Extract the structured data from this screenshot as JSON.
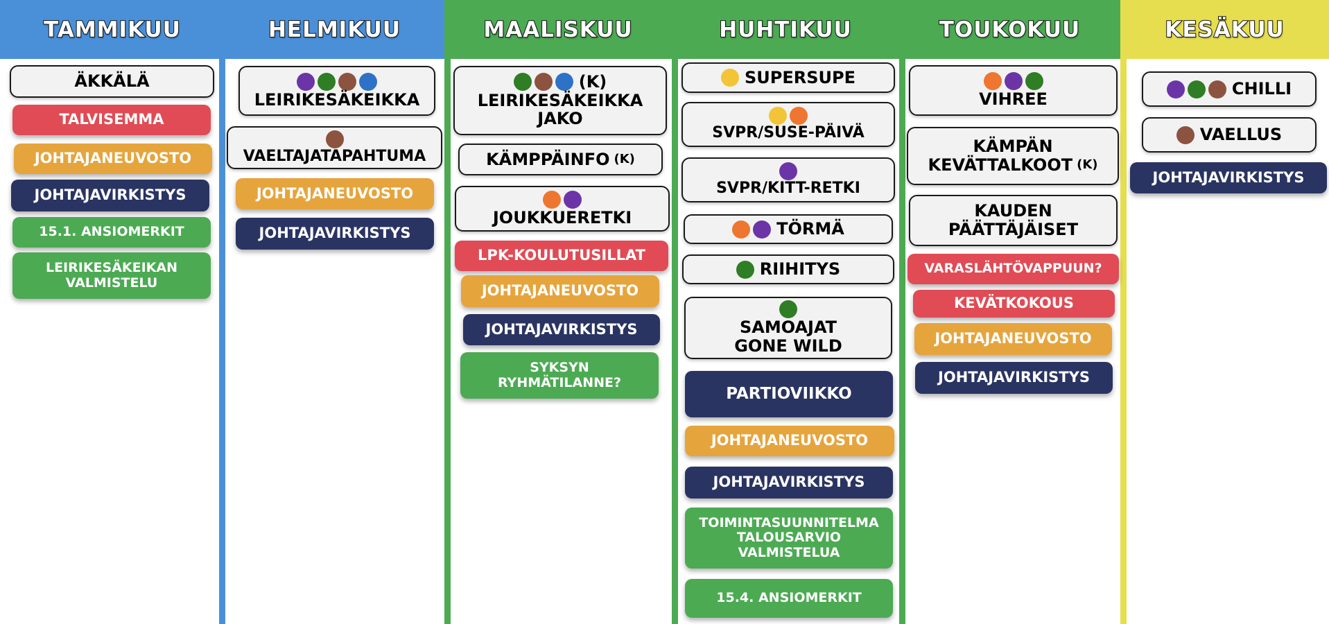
{
  "colors": {
    "blue": "#4a90d9",
    "green": "#4caa53",
    "yellow": "#e6de4e",
    "red": "#e04b55",
    "orange": "#e6a43c",
    "navy": "#2a3462",
    "dot_purple": "#6b35a8",
    "dot_green": "#2f7d24",
    "dot_brown": "#8b5340",
    "dot_blue": "#2d72c6",
    "dot_orange": "#ee7630",
    "dot_yellow": "#f3c438"
  },
  "months": [
    {
      "name": "TAMMIKUU"
    },
    {
      "name": "HELMIKUU"
    },
    {
      "name": "MAALISKUU"
    },
    {
      "name": "HUHTIKUU"
    },
    {
      "name": "TOUKOKUU"
    },
    {
      "name": "KESÄKUU"
    }
  ],
  "cards": {
    "tam": {
      "akkala": "ÄKKÄLÄ",
      "talvisemma": "TALVISEMMA",
      "johtajaneuvosto": "JOHTAJANEUVOSTO",
      "johtajavirkistys": "JOHTAJAVIRKISTYS",
      "ansiomerkit": "15.1. ANSIOMERKIT",
      "leirikesakeikan_1": "LEIRIKESÄKEIKAN",
      "leirikesakeikan_2": "VALMISTELU"
    },
    "hel": {
      "leirikesakeikka": "LEIRIKESÄKEIKKA",
      "vaeltajatapahtuma": "VAELTAJATAPAHTUMA",
      "johtajaneuvosto": "JOHTAJANEUVOSTO",
      "johtajavirkistys": "JOHTAJAVIRKISTYS"
    },
    "maa": {
      "jako_k": "(K)",
      "jako_1": "LEIRIKESÄKEIKKA",
      "jako_2": "JAKO",
      "kamppainfo": "KÄMPPÄINFO",
      "kamppainfo_k": "(K)",
      "joukkueretki": "JOUKKUERETKI",
      "lpk": "LPK-KOULUTUSILLAT",
      "johtajaneuvosto": "JOHTAJANEUVOSTO",
      "johtajavirkistys": "JOHTAJAVIRKISTYS",
      "syksyn_1": "SYKSYN",
      "syksyn_2": "RYHMÄTILANNE?"
    },
    "huh": {
      "supersupe": "SUPERSUPE",
      "svpr_suse": "SVPR/SUSE-PÄIVÄ",
      "svpr_kitt": "SVPR/KITT-RETKI",
      "torma": "TÖRMÄ",
      "riihitys": "RIIHITYS",
      "samoajat_1": "SAMOAJAT",
      "samoajat_2": "GONE WILD",
      "partioviikko": "PARTIOVIIKKO",
      "johtajaneuvosto": "JOHTAJANEUVOSTO",
      "johtajavirkistys": "JOHTAJAVIRKISTYS",
      "toiminta_1": "TOIMINTASUUNNITELMA",
      "toiminta_2": "TALOUSARVIO",
      "toiminta_3": "VALMISTELUA",
      "ansiomerkit": "15.4. ANSIOMERKIT"
    },
    "tou": {
      "vihree": "VIHREE",
      "kampan_1": "KÄMPÄN",
      "kampan_2": "KEVÄTTALKOOT",
      "kampan_k": "(K)",
      "kauden_1": "KAUDEN",
      "kauden_2": "PÄÄTTÄJÄISET",
      "varaslahto": "VARASLÄHTÖVAPPUUN?",
      "kevatkokous": "KEVÄTKOKOUS",
      "johtajaneuvosto": "JOHTAJANEUVOSTO",
      "johtajavirkistys": "JOHTAJAVIRKISTYS"
    },
    "kes": {
      "chilli": "CHILLI",
      "vaellus": "VAELLUS",
      "johtajavirkistys": "JOHTAJAVIRKISTYS"
    }
  }
}
